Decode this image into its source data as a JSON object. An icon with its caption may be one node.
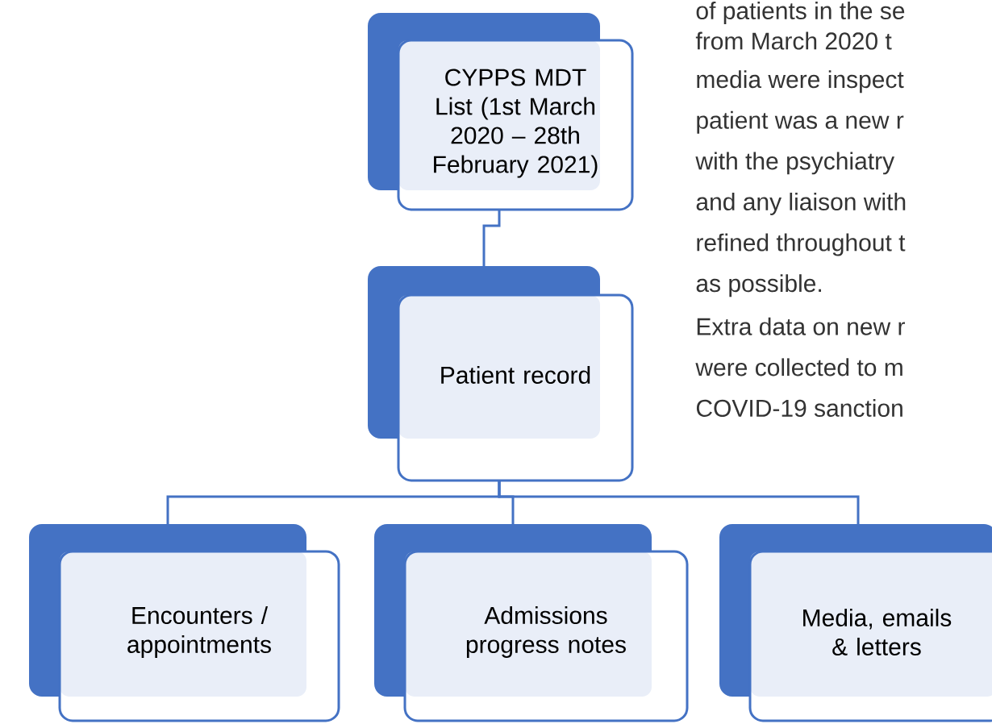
{
  "diagram": {
    "nodes": [
      {
        "text": [
          "CYPPS MDT List (1st March 2020 – 28th February 2021)"
        ]
      },
      {
        "text": [
          "Patient record"
        ]
      },
      {
        "text": [
          "Encounters / appointments"
        ]
      },
      {
        "text": [
          "Admissions progress notes"
        ]
      },
      {
        "text": [
          "Media, emails & letters"
        ]
      }
    ],
    "edges": [
      {
        "from": 0,
        "to": 1,
        "arrow": "none"
      },
      {
        "from": 1,
        "to": 2,
        "arrow": "none"
      },
      {
        "from": 1,
        "to": 3,
        "arrow": "none"
      },
      {
        "from": 1,
        "to": 4,
        "arrow": "none"
      }
    ],
    "labels": [
      "of patients in the se",
      "from March 2020 t",
      "media were inspect",
      "patient was a new r",
      "with the psychiatry",
      "and any liaison with",
      "refined throughout t",
      "as possible.",
      "Extra data on new r",
      "were collected to m",
      "COVID-19 sanction"
    ]
  }
}
